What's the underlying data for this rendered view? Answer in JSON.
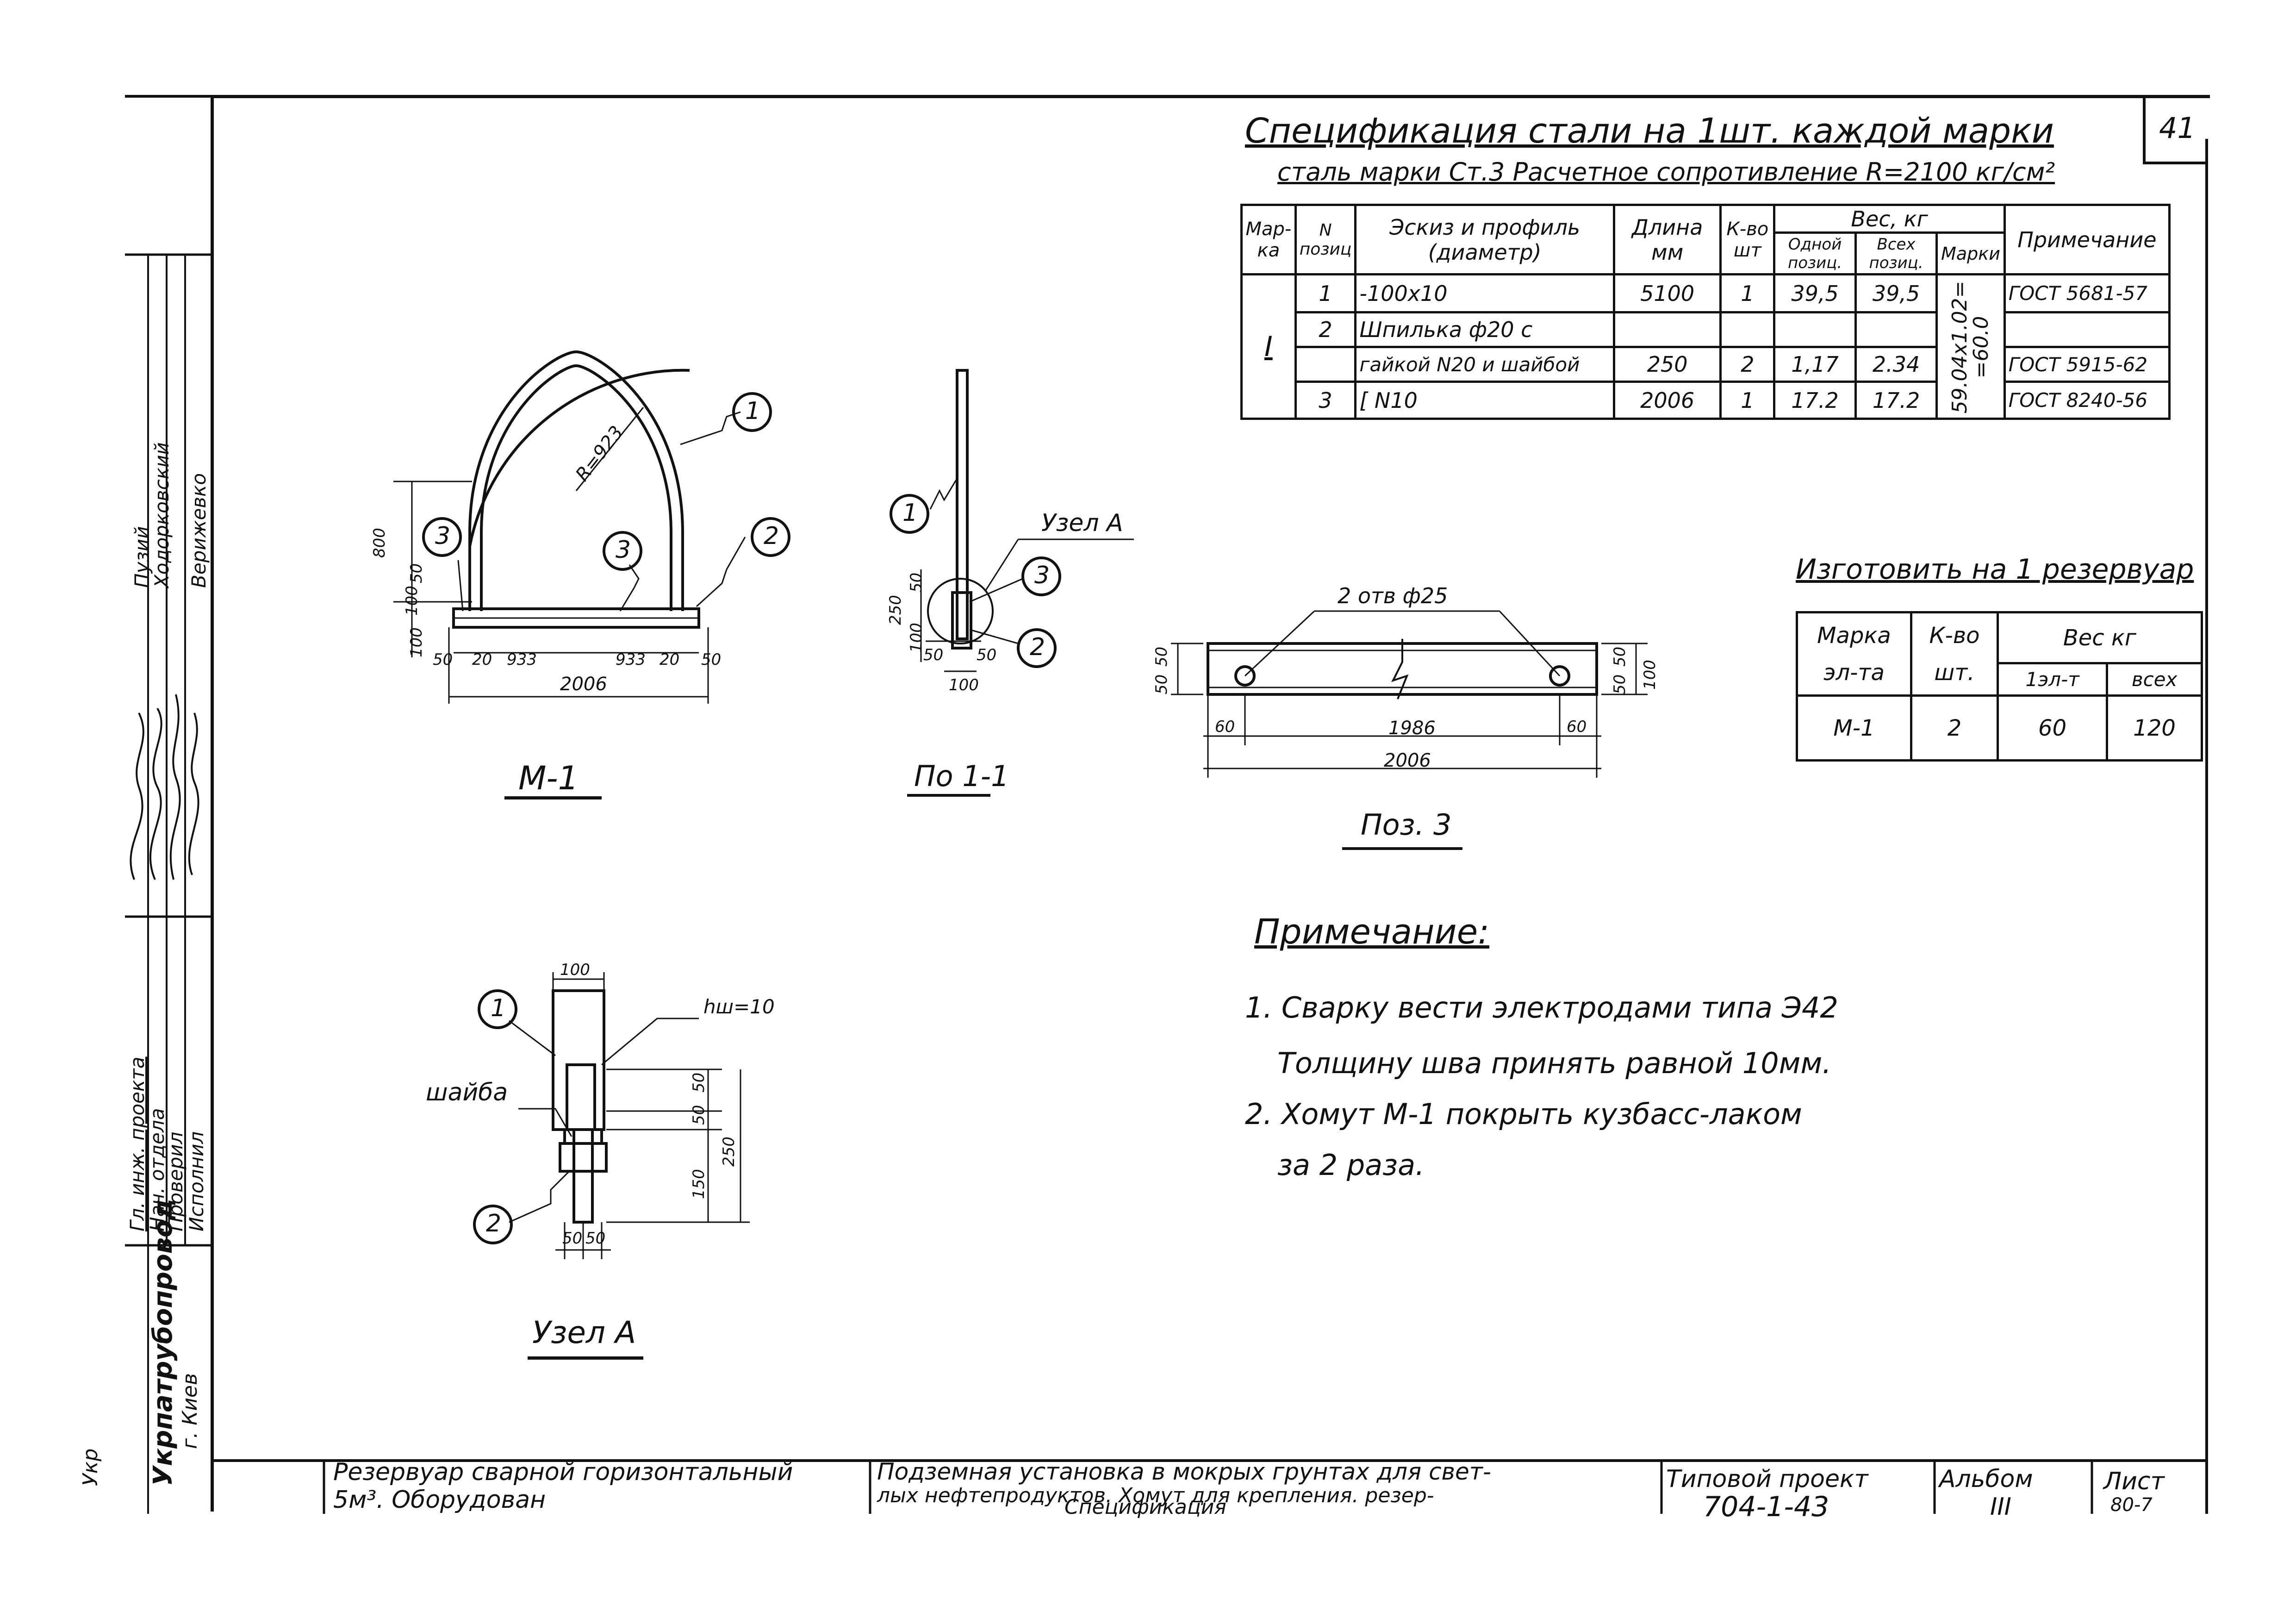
{
  "sheet": {
    "page_number": "41",
    "spec_title": "Спецификация стали на 1шт. каждой марки",
    "spec_subtitle": "сталь марки Ст.3 Расчетное сопротивление R=2100 кг/см²",
    "spec_table": {
      "headers": {
        "mark": "Мар-ка",
        "pos": "N позиц",
        "sketch": "Эскиз и профиль (диаметр)",
        "length": "Длина мм",
        "qty": "К-во шт",
        "weight": "Вес, кг",
        "w_one": "Одной позиц.",
        "w_all": "Всех позиц.",
        "w_mark": "Марки",
        "remark": "Примечание"
      },
      "mark_value": "I",
      "mark_weight": "59.04х1.02= =60.0",
      "rows": [
        {
          "pos": "1",
          "sketch": "-100х10",
          "length": "5100",
          "qty": "1",
          "w_one": "39,5",
          "w_all": "39,5",
          "remark": "ГОСТ 5681-57"
        },
        {
          "pos": "2",
          "sketch": "Шпилька ф20 с",
          "length": "",
          "qty": "",
          "w_one": "",
          "w_all": "",
          "remark": ""
        },
        {
          "pos": "",
          "sketch": "гайкой N20 и шайбой",
          "length": "250",
          "qty": "2",
          "w_one": "1,17",
          "w_all": "2.34",
          "remark": "ГОСТ 5915-62"
        },
        {
          "pos": "3",
          "sketch": "[ N10",
          "length": "2006",
          "qty": "1",
          "w_one": "17.2",
          "w_all": "17.2",
          "remark": "ГОСТ 8240-56"
        }
      ]
    },
    "make_title": "Изготовить на 1 резервуар",
    "make_table": {
      "h_mark": "Марка эл-та",
      "h_qty": "К-во шт.",
      "h_weight": "Вес кг",
      "h_one": "1эл-т",
      "h_all": "всех",
      "mark": "М-1",
      "qty": "2",
      "one": "60",
      "all": "120"
    },
    "notes_title": "Примечание:",
    "notes": [
      "1. Сварку вести электродами типа Э42",
      "Толщину шва принять равной 10мм.",
      "2. Хомут М-1 покрыть кузбасс-лаком",
      "за 2 раза."
    ],
    "views": {
      "m1_label": "М-1",
      "section_label": "По 1-1",
      "pos3_label": "Поз. 3",
      "node_label": "Узел А",
      "node_callout": "Узел А",
      "radius": "R=923",
      "holes": "2 отв ф25",
      "weld": "hш=10",
      "washer": "шайба"
    },
    "dims": {
      "m1_total": "2006",
      "m1_a": "50",
      "m1_b": "20",
      "m1_c": "933",
      "m1_d": "933",
      "m1_e": "20",
      "m1_f": "50",
      "m1_h1": "800",
      "m1_h2": "50",
      "m1_h3": "100",
      "m1_h4": "100",
      "sec_250": "250",
      "sec_50a": "50",
      "sec_100": "100",
      "sec_50b": "50",
      "sec_50c": "50",
      "sec_100b": "100",
      "pos3_total": "2006",
      "pos3_mid": "1986",
      "pos3_l": "60",
      "pos3_r": "60",
      "pos3_h1": "50",
      "pos3_h2": "50",
      "pos3_h3": "50",
      "pos3_h4": "50",
      "pos3_h5": "100",
      "node_top": "100",
      "node_50a": "50",
      "node_50b": "50",
      "node_150": "150",
      "node_250": "250",
      "node_b1": "50",
      "node_b2": "50"
    },
    "callouts": [
      "1",
      "2",
      "3"
    ],
    "left_strip": {
      "names": [
        "Пузий",
        "Ходорковский",
        "Верижевко"
      ],
      "roles": [
        "Гл. инж. проекта",
        "Нач. отдела",
        "Проверил",
        "Исполнил"
      ],
      "org": "Укрпатрубопровод",
      "city": "г. Киев",
      "prefix": "Укр"
    },
    "stamp": {
      "project_title_1": "Резервуар сварной горизонтальный",
      "project_title_2": "5м³. Оборудован",
      "drawing_title_1": "Подземная установка в мокрых грунтах для свет-",
      "drawing_title_2": "лых нефтепродуктов. Хомут для крепления. резер-",
      "drawing_title_3": "Спецификация",
      "type_label": "Типовой проект",
      "type_value": "704-1-43",
      "album_label": "Альбом",
      "album_value": "III",
      "sheet_label": "Лист",
      "sheet_value": "80-7"
    }
  }
}
